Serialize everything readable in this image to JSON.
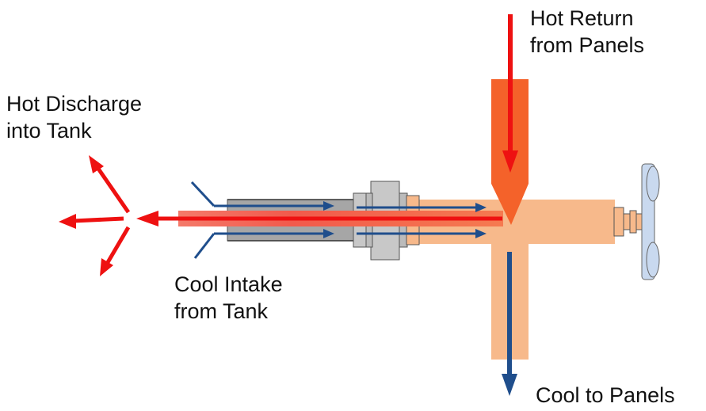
{
  "labels": {
    "hot_return": [
      "Hot Return",
      "from Panels"
    ],
    "hot_discharge": [
      "Hot Discharge",
      "into Tank"
    ],
    "cool_intake": [
      "Cool Intake",
      "from Tank"
    ],
    "cool_to_panels": [
      "Cool to Panels"
    ]
  },
  "colors": {
    "hot_arrow": "#ee1111",
    "cool_arrow": "#1f4e8c",
    "pipe_tee": "#f7b98b",
    "hot_inlet": "#f4622a",
    "grey_pipe": "#a6a6a6",
    "fitting": "#c8c8c8",
    "valve": "#c9d9ef"
  }
}
